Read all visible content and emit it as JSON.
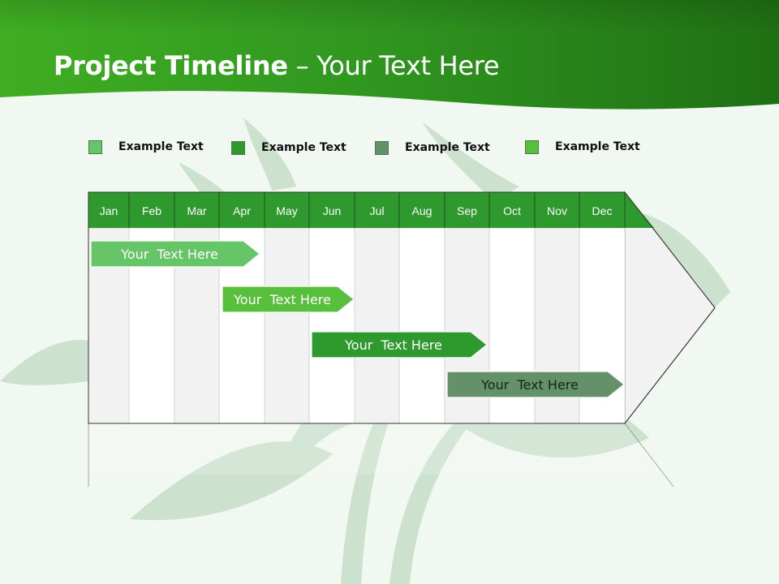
{
  "title": {
    "bold": "Project Timeline",
    "separator": " – ",
    "subtitle": "Your Text Here"
  },
  "legend": [
    {
      "label": "Example Text",
      "color": "#66c566"
    },
    {
      "label": "Example Text",
      "color": "#2e9a2e"
    },
    {
      "label": "Example Text",
      "color": "#64906a"
    },
    {
      "label": "Example Text",
      "color": "#58bf3c"
    }
  ],
  "timeline": {
    "months": [
      "Jan",
      "Feb",
      "Mar",
      "Apr",
      "May",
      "Jun",
      "Jul",
      "Aug",
      "Sep",
      "Oct",
      "Nov",
      "Dec"
    ],
    "header_color": "#2e9a2e",
    "tasks": [
      {
        "label": "Your  Text Here",
        "color": "#66c566"
      },
      {
        "label": "Your  Text Here",
        "color": "#58bf3c"
      },
      {
        "label": "Your  Text Here",
        "color": "#2e9a2e"
      },
      {
        "label": "Your  Text Here",
        "color": "#64906a"
      }
    ]
  }
}
